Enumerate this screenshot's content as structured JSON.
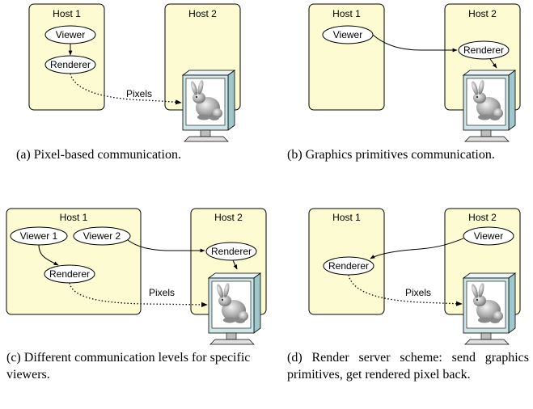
{
  "panels": [
    {
      "hosts": [
        "Host 1",
        "Host 2"
      ],
      "nodes": [
        "Viewer",
        "Renderer"
      ],
      "edge_label": "Pixels",
      "caption": "(a)  Pixel-based communication."
    },
    {
      "hosts": [
        "Host 1",
        "Host 2"
      ],
      "nodes": [
        "Viewer",
        "Renderer"
      ],
      "caption": "(b)  Graphics primitives communication."
    },
    {
      "hosts": [
        "Host 1",
        "Host 2"
      ],
      "nodes": [
        "Viewer 1",
        "Viewer 2",
        "Renderer",
        "Renderer"
      ],
      "edge_label": "Pixels",
      "caption": "(c)  Different communication levels for specific viewers."
    },
    {
      "hosts": [
        "Host 1",
        "Host 2"
      ],
      "nodes": [
        "Viewer",
        "Renderer"
      ],
      "edge_label": "Pixels",
      "caption": "(d)  Render server scheme: send graphics primitives, get rendered pixel back."
    }
  ],
  "colors": {
    "host_fill": "#fdfbd2",
    "screen_frame": "#cfe6e8",
    "monitor_base": "#e0e0e0"
  },
  "icons": [
    "monitor-icon",
    "bunny-icon"
  ]
}
